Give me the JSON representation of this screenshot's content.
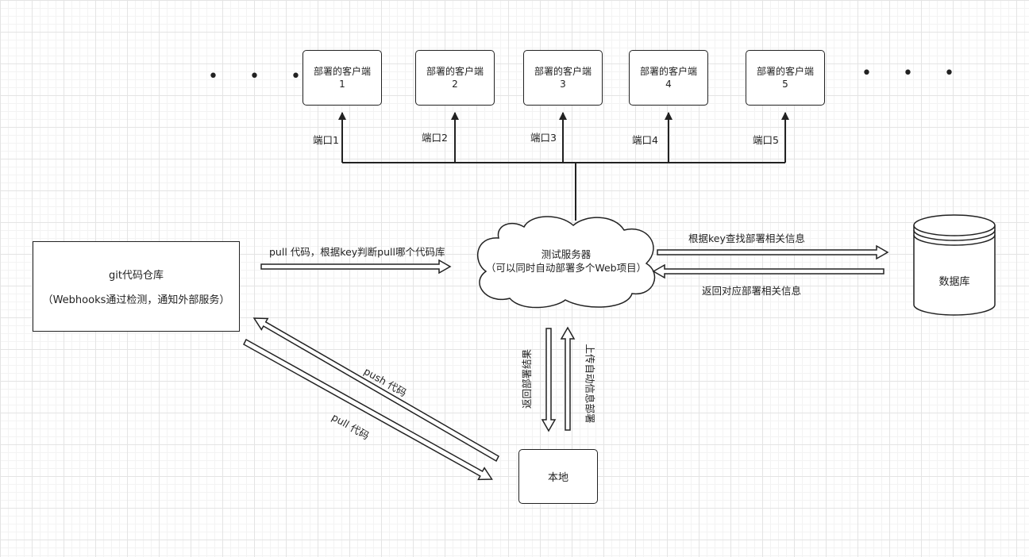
{
  "clients": [
    {
      "title": "部署的客户端",
      "number": "1",
      "port": "端口1"
    },
    {
      "title": "部署的客户端",
      "number": "2",
      "port": "端口2"
    },
    {
      "title": "部署的客户端",
      "number": "3",
      "port": "端口3"
    },
    {
      "title": "部署的客户端",
      "number": "4",
      "port": "端口4"
    },
    {
      "title": "部署的客户端",
      "number": "5",
      "port": "端口5"
    }
  ],
  "ellipsis_left": "• • •",
  "ellipsis_right": "• • •",
  "git": {
    "title": "git代码仓库",
    "subtitle": "（Webhooks通过检测，通知外部服务）"
  },
  "server": {
    "title": "测试服务器",
    "subtitle": "（可以同时自动部署多个Web项目）"
  },
  "database": {
    "title": "数据库"
  },
  "local": {
    "title": "本地"
  },
  "edges": {
    "git_to_server": "pull 代码，根据key判断pull哪个代码库",
    "server_to_db": "根据key查找部署相关信息",
    "db_to_server": "返回对应部署相关信息",
    "server_to_local": "返回部署结果",
    "local_to_server": "上传自动信息部署",
    "local_to_git": "push 代码",
    "git_to_local": "pull 代码"
  }
}
